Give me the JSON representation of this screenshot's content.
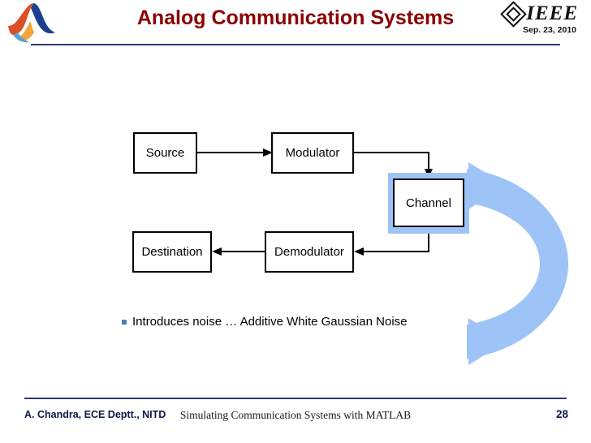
{
  "header": {
    "title": "Analog Communication Systems",
    "ieee_word": "IEEE",
    "date": "Sep. 23, 2010",
    "logo_icon": "matlab-logo-icon",
    "ieee_icon": "ieee-diamond-icon"
  },
  "diagram": {
    "type": "block-diagram",
    "blocks": [
      {
        "id": "source",
        "label": "Source"
      },
      {
        "id": "modulator",
        "label": "Modulator"
      },
      {
        "id": "channel",
        "label": "Channel"
      },
      {
        "id": "demodulator",
        "label": "Demodulator"
      },
      {
        "id": "destination",
        "label": "Destination"
      }
    ],
    "connections": [
      {
        "from": "source",
        "to": "modulator"
      },
      {
        "from": "modulator",
        "to": "channel"
      },
      {
        "from": "channel",
        "to": "demodulator"
      },
      {
        "from": "demodulator",
        "to": "destination"
      }
    ],
    "arrow_color": "#000000",
    "channel_shadow_color": "#9dc3f7",
    "big_arrow_color": "#9dc3f7"
  },
  "bullet": {
    "text": "Introduces noise … Additive White Gaussian Noise",
    "marker_color": "#4a7ebb"
  },
  "footer": {
    "left": "A. Chandra, ECE Deptt., NITD",
    "center": "Simulating Communication Systems with MATLAB",
    "page": "28",
    "rule_color": "#2b3a7a"
  }
}
